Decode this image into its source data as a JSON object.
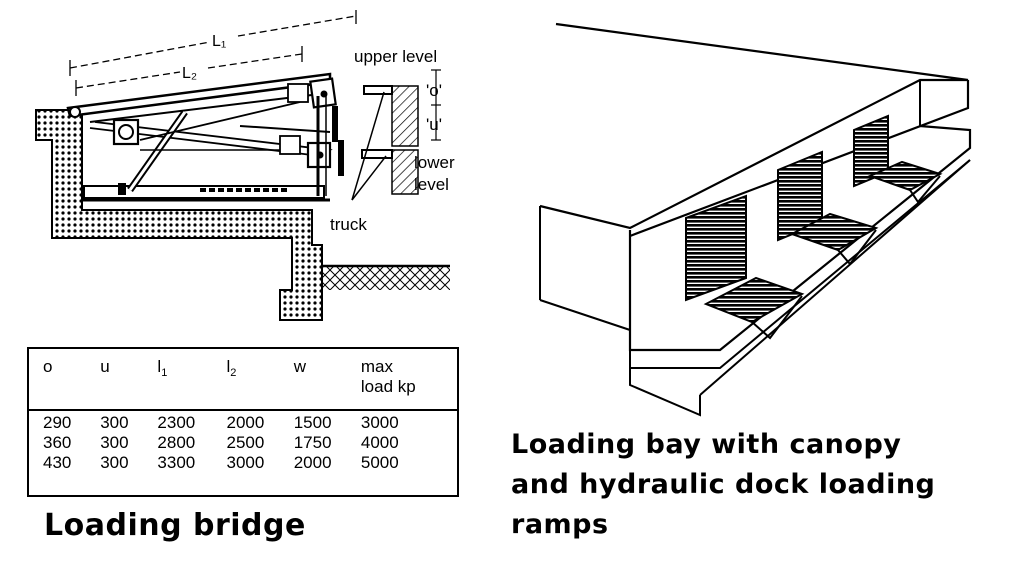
{
  "left_figure": {
    "dim_l1": "L₁",
    "dim_l2": "L₂",
    "label_upper_level": "upper level",
    "label_lower_level": "lower",
    "label_level": "level",
    "label_o": "'o'",
    "label_u": "'u'",
    "label_truck": "truck"
  },
  "table": {
    "headers": [
      "o",
      "u",
      "l",
      "l",
      "w",
      "max"
    ],
    "header_subs": [
      "",
      "",
      "1",
      "2",
      "",
      ""
    ],
    "header_last_line2": "load kp",
    "rows": [
      [
        "290",
        "300",
        "2300",
        "2000",
        "1500",
        "3000"
      ],
      [
        "360",
        "300",
        "2800",
        "2500",
        "1750",
        "4000"
      ],
      [
        "430",
        "300",
        "3300",
        "3000",
        "2000",
        "5000"
      ]
    ]
  },
  "captions": {
    "left": "Loading bridge",
    "right_line1": "Loading bay with canopy",
    "right_line2": "and hydraulic dock loading",
    "right_line3": "ramps"
  }
}
